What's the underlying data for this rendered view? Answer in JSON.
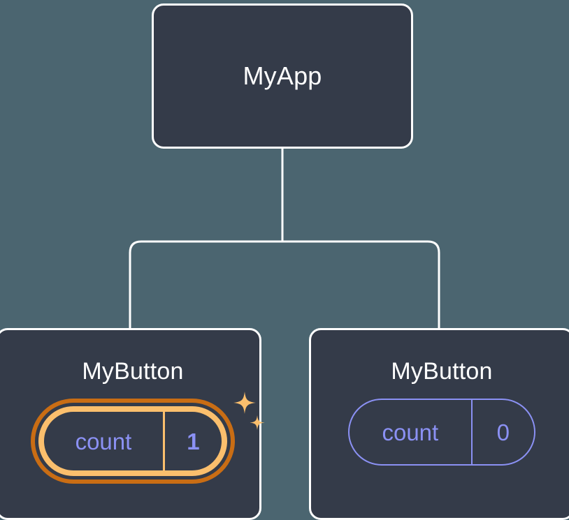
{
  "diagram": {
    "type": "component-tree",
    "title": "React component tree with state",
    "background_color": "#4b6570",
    "node_fill_color": "#343b49",
    "node_border_color": "#ffffff",
    "connector_color": "#ffffff",
    "state_color": "#8b91f4",
    "highlight_outer_color": "#c96d14",
    "highlight_inner_color": "#fbbf6d",
    "sparkle_color": "#fbbf6d"
  },
  "root": {
    "label": "MyApp"
  },
  "children": [
    {
      "label": "MyButton",
      "state": {
        "key": "count",
        "value": "1"
      },
      "highlighted": true,
      "sparkles": true
    },
    {
      "label": "MyButton",
      "state": {
        "key": "count",
        "value": "0"
      },
      "highlighted": false,
      "sparkles": false
    }
  ]
}
